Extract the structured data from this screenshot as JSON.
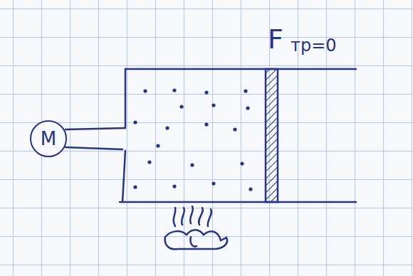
{
  "diagram": {
    "nodes": [
      {
        "text": [
          "M"
        ]
      }
    ],
    "labels": [
      "F",
      "тр=0"
    ]
  }
}
